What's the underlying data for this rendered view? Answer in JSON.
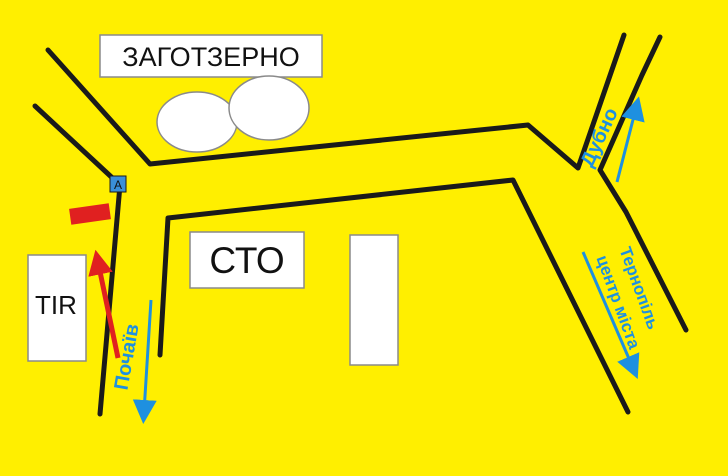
{
  "colors": {
    "background": "#ffef00",
    "road": "#1a1a1a",
    "direction_blue": "#1e90e0",
    "you_are_here_red": "#e02020",
    "marker_blue": "#3a8fd8"
  },
  "labels": {
    "zagotzerno": "ЗАГОТЗЕРНО",
    "sto": "СТО",
    "tir": "TIR",
    "marker_a": "A"
  },
  "directions": {
    "dubno": "Дубно",
    "ternopil": "Тернопіль",
    "city_center": "центр міста",
    "pochaiv": "Почаїв"
  },
  "icons": {
    "arrow_red": "red-arrow-icon",
    "marker": "marker-a-icon",
    "direction_arrow": "blue-direction-arrow-icon"
  }
}
